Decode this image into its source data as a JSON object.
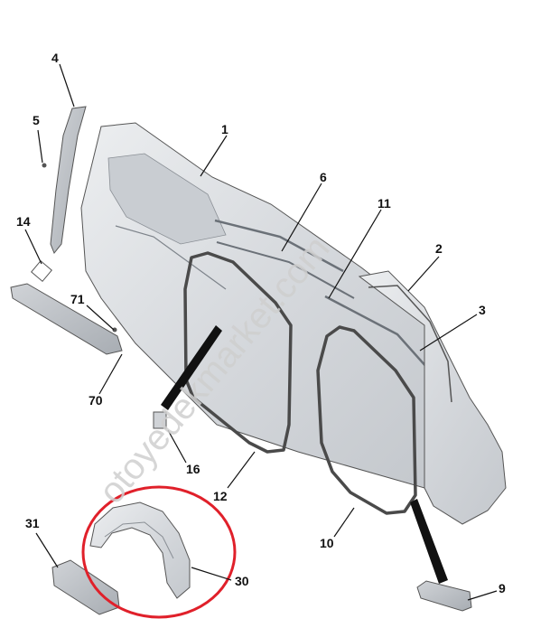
{
  "watermark": "otoyedekmarket.com",
  "highlight_color": "#e0202a",
  "part_fill": "#dcdfe3",
  "part_shade": "#b9bdc3",
  "callouts": {
    "c1": "1",
    "c2": "2",
    "c3": "3",
    "c4": "4",
    "c5": "5",
    "c6": "6",
    "c9": "9",
    "c10": "10",
    "c11": "11",
    "c12": "12",
    "c14": "14",
    "c16": "16",
    "c30": "30",
    "c31": "31",
    "c70": "70",
    "c71": "71"
  }
}
